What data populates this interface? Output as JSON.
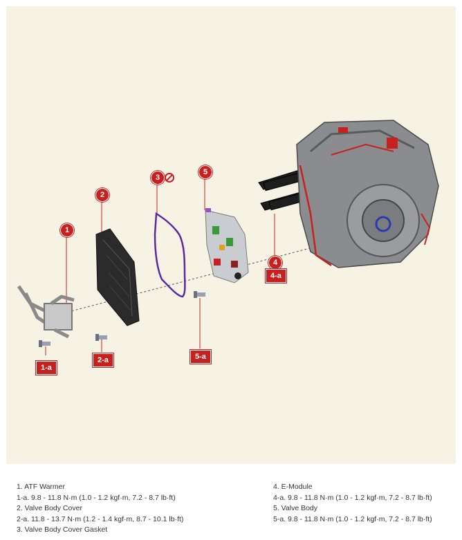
{
  "callouts": {
    "c1": "1",
    "c2": "2",
    "c3": "3",
    "c5": "5",
    "c4": "4"
  },
  "tags": {
    "t1a": "1-a",
    "t2a": "2-a",
    "t5a": "5-a",
    "t4a": "4-a"
  },
  "legend": {
    "left": [
      "1. ATF Warmer",
      "1-a. 9.8 - 11.8 N·m (1.0 - 1.2 kgf·m, 7.2 - 8.7 lb·ft)",
      "2. Valve Body Cover",
      "2-a. 11.8 - 13.7 N·m (1.2 - 1.4 kgf·m, 8.7 - 10.1 lb·ft)",
      "3. Valve Body Cover Gasket"
    ],
    "right": [
      "4. E-Module",
      "4-a. 9.8 - 11.8 N·m (1.0 - 1.2 kgf·m, 7.2 - 8.7 lb·ft)",
      "5. Valve Body",
      "5-a. 9.8 - 11.8 N·m (1.0 - 1.2 kgf·m, 7.2 - 8.7 lb·ft)"
    ]
  },
  "colors": {
    "callout": "#c8201e",
    "gasket": "#5a2a9c",
    "background": "#f6f3e4"
  }
}
